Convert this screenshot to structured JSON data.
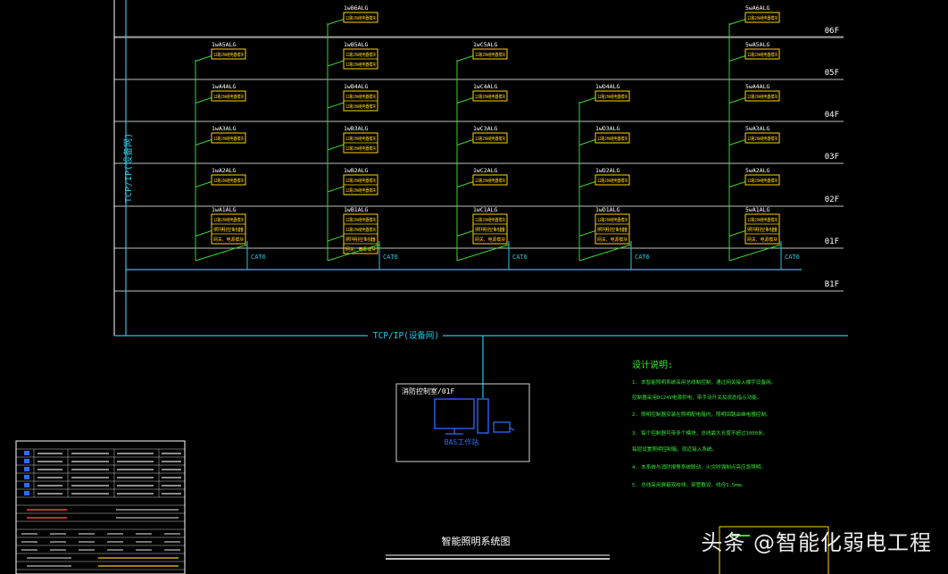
{
  "colors": {
    "background": "#000000",
    "grid": "#ffffff",
    "network": "#22c8e6",
    "branch": "#39d339",
    "panel": "#ffd400",
    "label": "#ffffff",
    "notes": "#34e834",
    "table_border": "#ffffff"
  },
  "floors": [
    "06F",
    "05F",
    "04F",
    "03F",
    "02F",
    "01F",
    "B1F"
  ],
  "network": {
    "vertical_label": "TCP/IP(设备网)",
    "horizontal_label": "TCP/IP(设备网)",
    "cable_label": "CAT6"
  },
  "columns": [
    {
      "panels": [
        {
          "floor": "05F",
          "name": "1wA5ALG",
          "rows": [
            "12路20A继电器模块"
          ]
        },
        {
          "floor": "04F",
          "name": "1wA4ALG",
          "rows": [
            "12路20A继电器模块"
          ]
        },
        {
          "floor": "03F",
          "name": "1wA3ALG",
          "rows": [
            "12路20A继电器模块"
          ]
        },
        {
          "floor": "02F",
          "name": "1wA2ALG",
          "rows": [
            "12路20A继电器模块"
          ]
        },
        {
          "floor": "01F",
          "name": "1wA1ALG",
          "rows": [
            "12路20A继电器模块",
            "照明控制器",
            "网关、电源模块"
          ]
        }
      ]
    },
    {
      "panels": [
        {
          "floor": "06F",
          "name": "1wB6ALG",
          "rows": [
            "12路20A继电器模块"
          ]
        },
        {
          "floor": "05F",
          "name": "1wB5ALG",
          "rows": [
            "12路20A继电器模块",
            "12路20A继电器模块"
          ]
        },
        {
          "floor": "04F",
          "name": "1wB4ALG",
          "rows": [
            "12路20A继电器模块",
            "12路20A继电器模块"
          ]
        },
        {
          "floor": "03F",
          "name": "1wB3ALG",
          "rows": [
            "12路20A继电器模块",
            "12路20A继电器模块"
          ]
        },
        {
          "floor": "02F",
          "name": "1wB2ALG",
          "rows": [
            "12路20A继电器模块",
            "12路20A继电器模块"
          ]
        },
        {
          "floor": "01F",
          "name": "1wB1ALG",
          "rows": [
            "12路20A继电器模块",
            "12路20A继电器模块",
            "照明控制器",
            "网关、电源模块"
          ]
        }
      ]
    },
    {
      "panels": [
        {
          "floor": "05F",
          "name": "1wC5ALG",
          "rows": [
            "12路20A继电器模块"
          ]
        },
        {
          "floor": "04F",
          "name": "1wC4ALG",
          "rows": [
            "12路20A继电器模块"
          ]
        },
        {
          "floor": "03F",
          "name": "1wC3ALG",
          "rows": [
            "12路20A继电器模块"
          ]
        },
        {
          "floor": "02F",
          "name": "1wC2ALG",
          "rows": [
            "12路20A继电器模块"
          ]
        },
        {
          "floor": "01F",
          "name": "1wC1ALG",
          "rows": [
            "12路20A继电器模块",
            "照明控制器",
            "网关、电源模块"
          ]
        }
      ]
    },
    {
      "panels": [
        {
          "floor": "04F",
          "name": "1wD4ALG",
          "rows": [
            "12路20A继电器模块"
          ]
        },
        {
          "floor": "03F",
          "name": "1wD3ALG",
          "rows": [
            "12路20A继电器模块"
          ]
        },
        {
          "floor": "02F",
          "name": "1wD2ALG",
          "rows": [
            "12路20A继电器模块"
          ]
        },
        {
          "floor": "01F",
          "name": "1wD1ALG",
          "rows": [
            "12路20A继电器模块",
            "照明控制器",
            "网关、电源模块"
          ]
        }
      ]
    },
    {
      "panels": [
        {
          "floor": "06F",
          "name": "5wA6ALG",
          "rows": [
            "12路20A继电器模块"
          ]
        },
        {
          "floor": "05F",
          "name": "5wA5ALG",
          "rows": [
            "12路20A继电器模块"
          ]
        },
        {
          "floor": "04F",
          "name": "5wA4ALG",
          "rows": [
            "12路20A继电器模块"
          ]
        },
        {
          "floor": "03F",
          "name": "5wA3ALG",
          "rows": [
            "12路20A继电器模块"
          ]
        },
        {
          "floor": "02F",
          "name": "5wA2ALG",
          "rows": [
            "12路20A继电器模块"
          ]
        },
        {
          "floor": "01F",
          "name": "5wA1ALG",
          "rows": [
            "12路20A继电器模块",
            "照明控制器",
            "网关、电源模块"
          ]
        }
      ]
    }
  ],
  "control_room": {
    "title": "消防控制室/01F",
    "workstation_label": "BAS工作站"
  },
  "design_notes": {
    "title": "设计说明:",
    "items": [
      "1. 本智能照明系统采用总线制控制，通过网关接入楼宇设备网。",
      "控制器采用DC24V电源供电，带手动开关及状态指示功能。",
      "2. 照明控制器安装在照明配电箱内，照明回路由继电器控制。",
      "3. 每个控制器可带多个模块，总线最大长度不超过1000米。",
      "每层设置照明控制箱，就近接入系统。",
      "4. 本系统与消防报警系统联动，火灾时强制点亮应急照明。",
      "5. 总线采用屏蔽双绞线，穿管敷设，线径1.5mm。"
    ]
  },
  "drawing_title": "智能照明系统图",
  "watermark": "头条 @智能化弱电工程"
}
